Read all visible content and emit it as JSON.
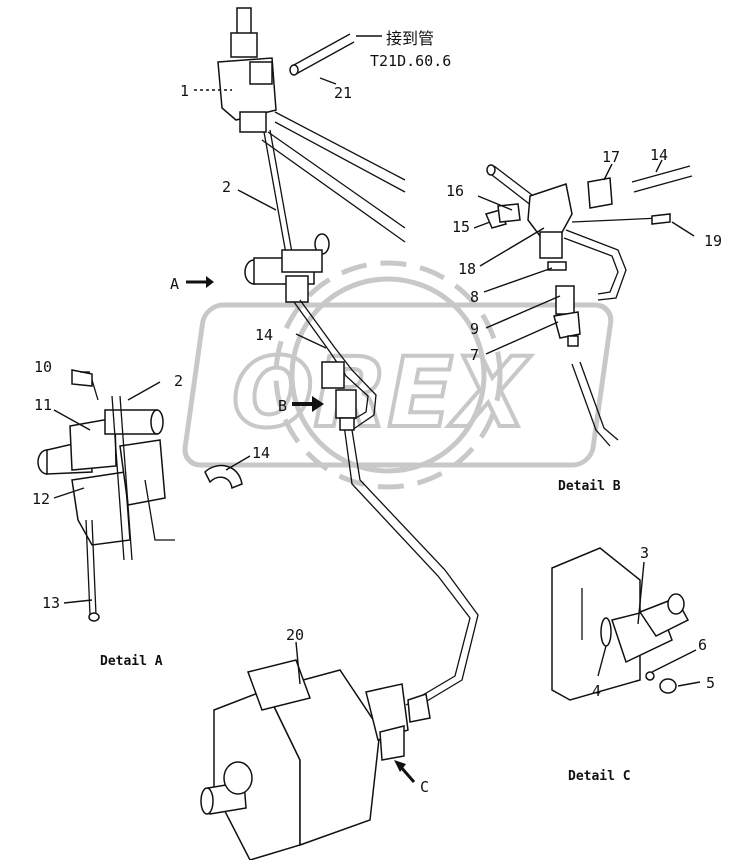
{
  "note": {
    "text": "接到管",
    "code": "T21D.60.6"
  },
  "watermark": "OREX",
  "details": {
    "a": "Detail A",
    "b": "Detail B",
    "c": "Detail C"
  },
  "views": {
    "a": "A",
    "b": "B",
    "c": "C"
  },
  "labels": {
    "n1": "1",
    "n2": "2",
    "n2a": "2",
    "n3": "3",
    "n4": "4",
    "n5": "5",
    "n6": "6",
    "n7": "7",
    "n8": "8",
    "n9": "9",
    "n10": "10",
    "n11": "11",
    "n12": "12",
    "n13": "13",
    "n14a": "14",
    "n14b": "14",
    "n14c": "14",
    "n15": "15",
    "n16": "16",
    "n17": "17",
    "n18": "18",
    "n19": "19",
    "n20": "20",
    "n21": "21"
  }
}
